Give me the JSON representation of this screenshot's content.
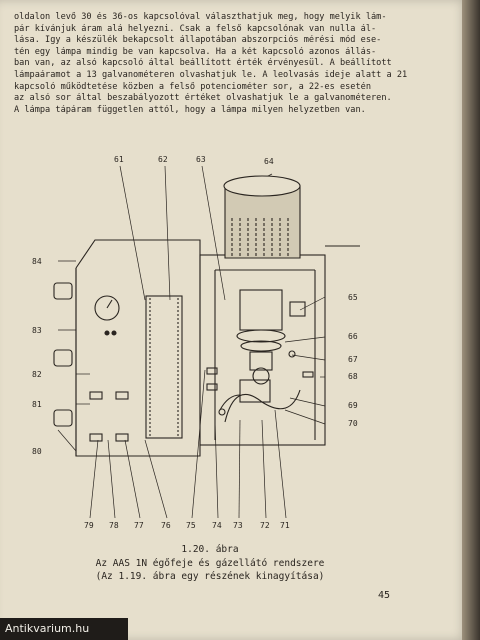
{
  "text_lines": [
    "oldalon levő 30 és 36-os kapcsolóval választhatjuk meg, hogy melyik lám-",
    "pár kívánjuk áram alá helyezni. Csak a felső kapcsolónak van nulla ál-",
    "lása. Igy a készülék bekapcsolt állapotában abszorpciós mérési mód ese-",
    "tén egy lámpa mindig be van kapcsolva. Ha a két kapcsoló azonos állás-",
    "ban van, az alsó kapcsoló által beállított érték érvényesül. A beállított",
    "lámpaáramot a 13 galvanométeren olvashatjuk le. A leolvasás ideje alatt a 21",
    "kapcsoló működtetése közben a felső potenciométer sor, a 22-es esetén",
    "az alsó sor által beszabályozott értéket olvashatjuk le a galvanométeren.",
    "A lámpa tápáram független attól, hogy a lámpa milyen helyzetben van."
  ],
  "figure": {
    "labels_top": [
      "61",
      "62",
      "63",
      "64"
    ],
    "labels_right": [
      "65",
      "66",
      "67",
      "68",
      "69",
      "70"
    ],
    "labels_left": [
      "84",
      "83",
      "82",
      "81",
      "80"
    ],
    "labels_bottom": [
      "79",
      "78",
      "77",
      "76",
      "75",
      "74",
      "73",
      "72",
      "71"
    ]
  },
  "caption": {
    "number": "1.20. ábra",
    "line1": "Az AAS 1N égőfeje és gázellátó rendszere",
    "line2": "(Az 1.19. ábra egy részének kinagyítása)"
  },
  "page_number": "45",
  "watermark": "Antikvarium.hu"
}
